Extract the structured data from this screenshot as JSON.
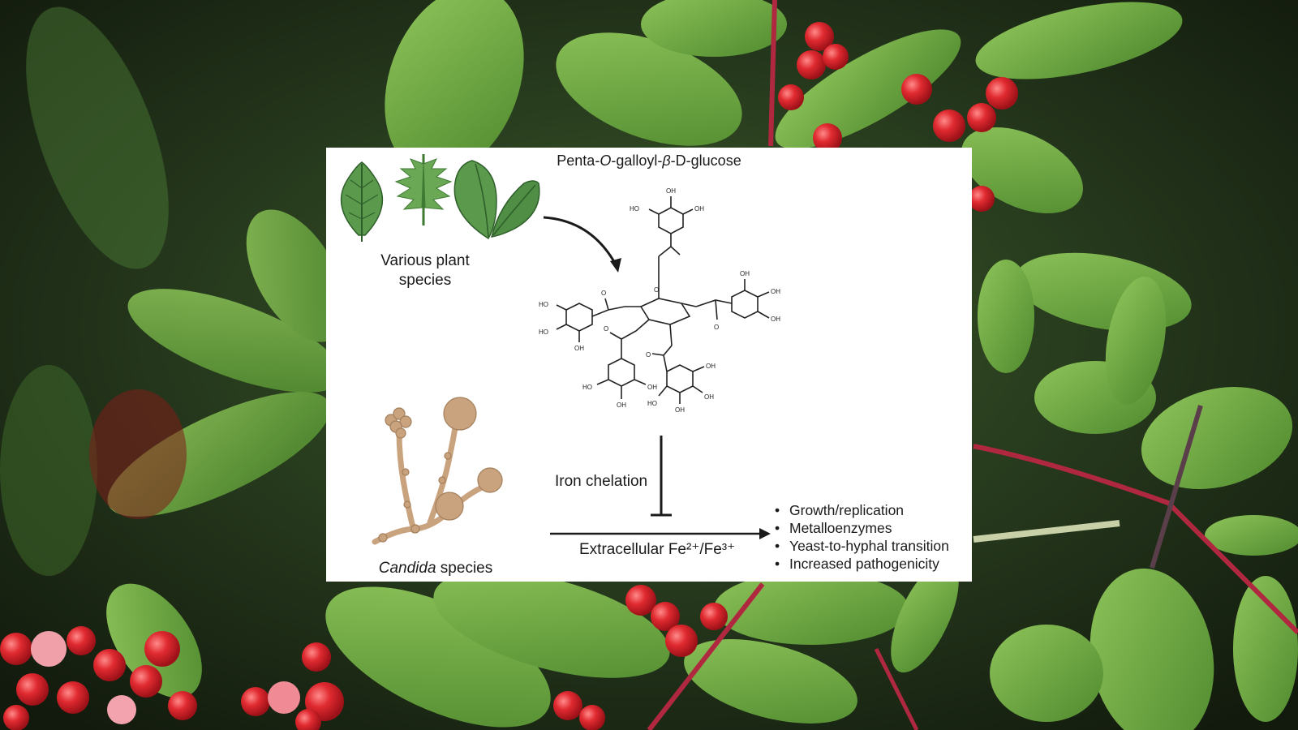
{
  "background": {
    "description_icon": "photo-background",
    "colors": {
      "leaf": "#5f9a3a",
      "berry": "#d8232e",
      "stem": "#b02840",
      "dark": "#16200f"
    }
  },
  "diagram": {
    "title": "Penta-O-galloyl-β-D-glucose",
    "plant_label": "Various plant species",
    "candida_label_italic": "Candida",
    "candida_label_rest": " species",
    "chelation_label": "Iron chelation",
    "iron_label": "Extracellular Fe²⁺/Fe³⁺",
    "effects": [
      "Growth/replication",
      "Metalloenzymes",
      "Yeast-to-hyphal transition",
      "Increased pathogenicity"
    ],
    "structure_labels": {
      "oh": "OH",
      "ho": "HO",
      "o": "O"
    },
    "colors": {
      "leaf_fill": "#5b9a4d",
      "leaf_vein": "#2f5f2a",
      "candida": "#c9a27e",
      "candida_dark": "#a37f5c",
      "arrow": "#1a1a1a"
    }
  }
}
